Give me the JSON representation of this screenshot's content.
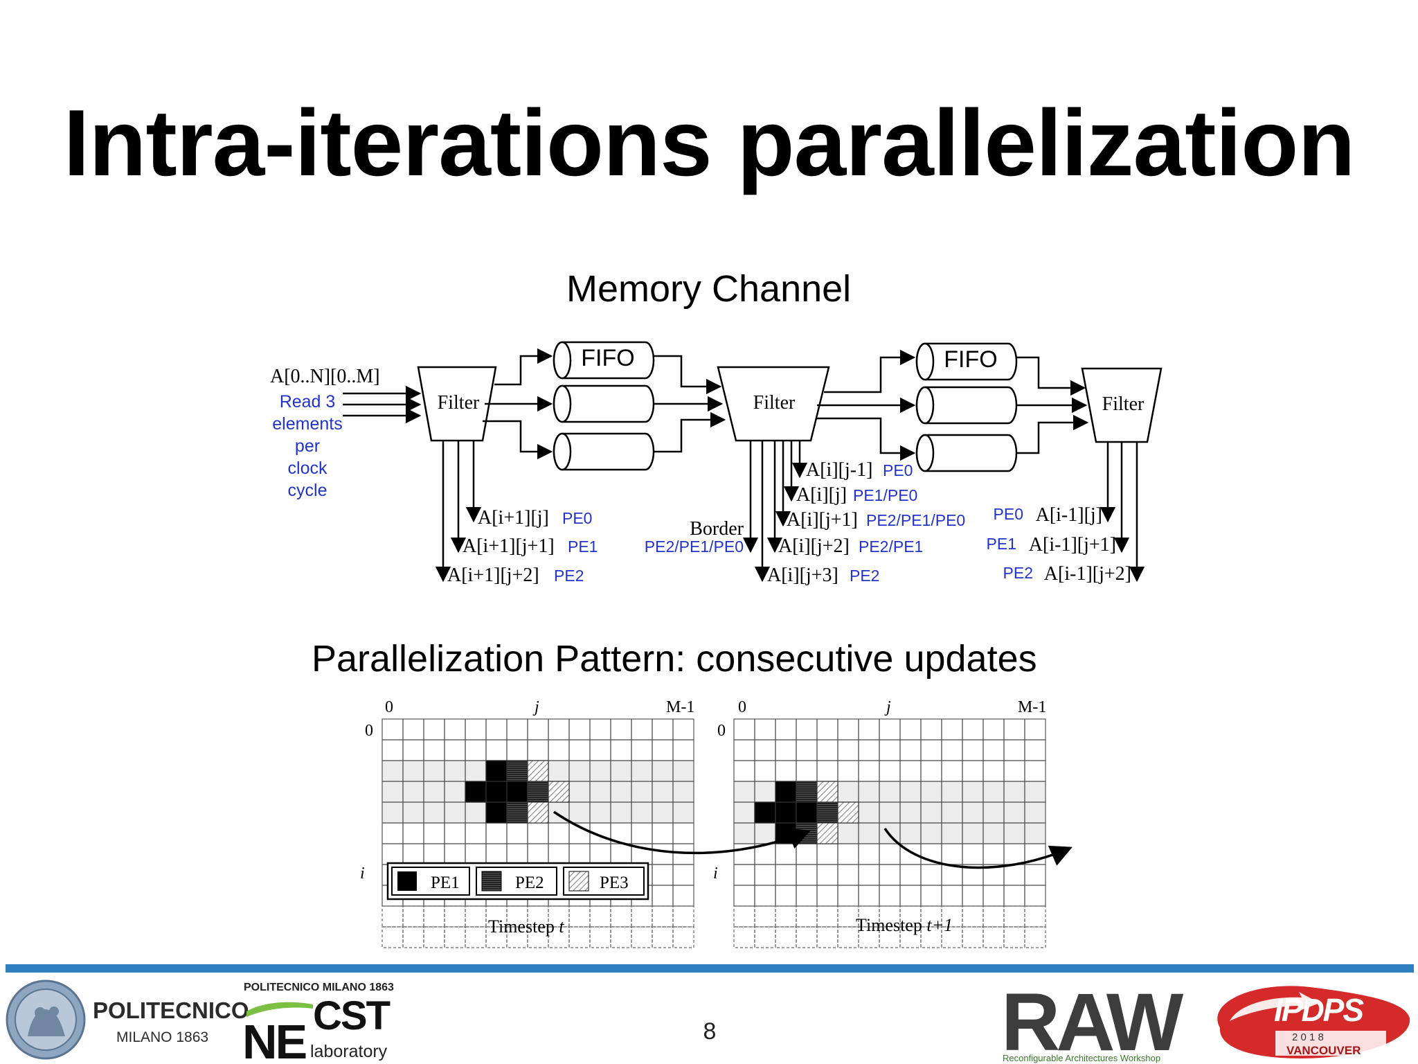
{
  "slide": {
    "title": "Intra-iterations parallelization",
    "page_number": "8"
  },
  "memory_channel": {
    "heading": "Memory Channel",
    "input_label": "A[0..N][0..M]",
    "read_note": [
      "Read 3",
      "elements",
      "per",
      "clock",
      "cycle"
    ],
    "filter_label": "Filter",
    "fifo_label": "FIFO",
    "filter1_outputs": [
      {
        "expr": "A[i+1][j]",
        "pe": "PE0"
      },
      {
        "expr": "A[i+1][j+1]",
        "pe": "PE1"
      },
      {
        "expr": "A[i+1][j+2]",
        "pe": "PE2"
      }
    ],
    "border_label": "Border",
    "border_pe": "PE2/PE1/PE0",
    "filter2_outputs": [
      {
        "expr": "A[i][j-1]",
        "pe": "PE0"
      },
      {
        "expr": "A[i][j]",
        "pe": "PE1/PE0"
      },
      {
        "expr": "A[i][j+1]",
        "pe": "PE2/PE1/PE0"
      },
      {
        "expr": "A[i][j+2]",
        "pe": "PE2/PE1"
      },
      {
        "expr": "A[i][j+3]",
        "pe": "PE2"
      }
    ],
    "filter3_outputs": [
      {
        "expr": "A[i-1][j]",
        "pe": "PE0"
      },
      {
        "expr": "A[i-1][j+1]",
        "pe": "PE1"
      },
      {
        "expr": "A[i-1][j+2]",
        "pe": "PE2"
      }
    ]
  },
  "pattern": {
    "heading": "Parallelization Pattern: consecutive updates",
    "grid_labels": {
      "col_start": "0",
      "col_mid": "j",
      "col_end": "M-1",
      "row_start": "0",
      "row_mid": "i"
    },
    "legend": [
      "PE1",
      "PE2",
      "PE3"
    ],
    "timestep_labels": [
      {
        "text": "Timestep ",
        "var": "t"
      },
      {
        "text": "Timestep ",
        "var": "t+1"
      }
    ]
  },
  "footer": {
    "logos": {
      "polimi": {
        "name": "POLITECNICO",
        "sub": "MILANO 1863"
      },
      "necst": {
        "top": "POLITECNICO MILANO 1863",
        "main_a": "NE",
        "main_b": "CST",
        "sub": "laboratory"
      },
      "raw": {
        "main": "RAW",
        "sub": "Reconfigurable Architectures Workshop"
      },
      "ipdps": {
        "main": "IPDPS",
        "year": "2 0 1 8",
        "city": "VANCOUVER"
      }
    },
    "colors": {
      "rule": "#2f7ec0",
      "ipdps_red": "#d42a2a",
      "label_blue": "#2233cc"
    }
  }
}
